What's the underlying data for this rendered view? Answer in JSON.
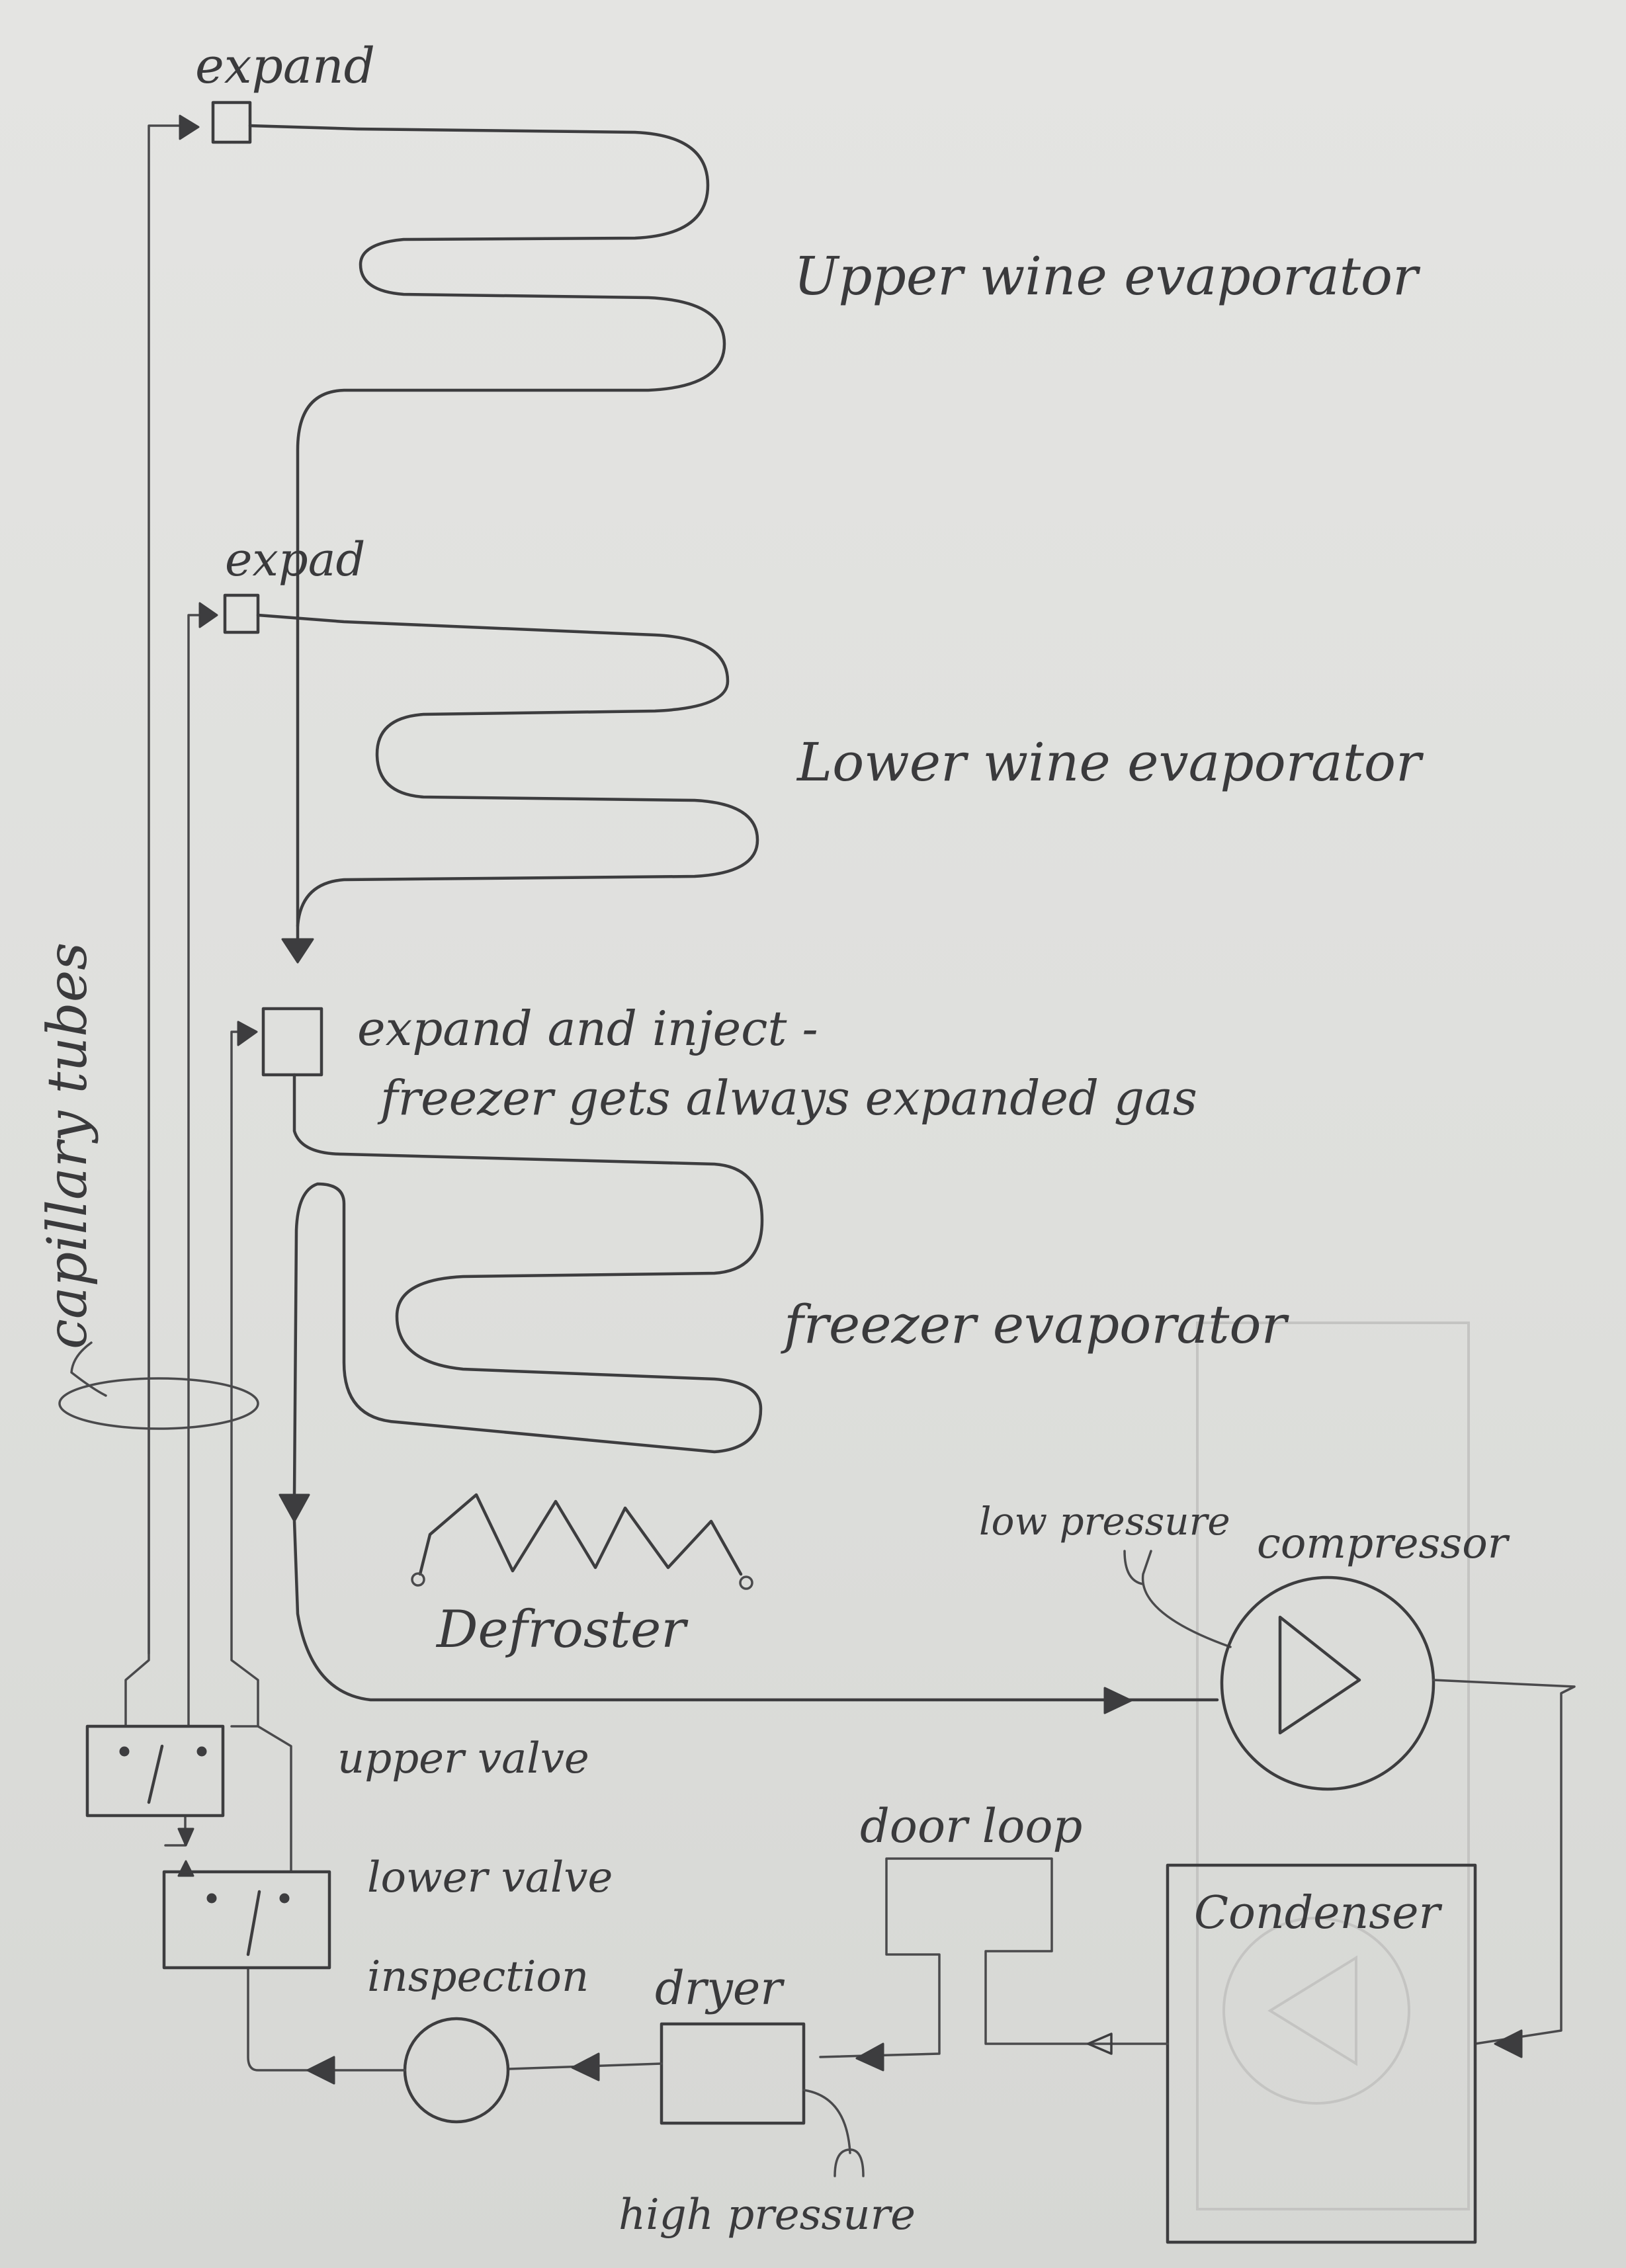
{
  "diagram": {
    "labels": {
      "expand_top": "expand",
      "expand_mid": "expad",
      "upper_evaporator": "Upper wine evaporator",
      "lower_evaporator": "Lower wine evaporator",
      "expand_inject_line1": "expand and inject -",
      "expand_inject_line2": "freezer gets always expanded gas",
      "freezer_evaporator": "freezer evaporator",
      "capillary_tubes": "capillary tubes",
      "low_pressure": "low pressure",
      "compressor": "compressor",
      "defroster": "Defroster",
      "upper_valve": "upper valve",
      "lower_valve": "lower valve",
      "door_loop": "door loop",
      "condenser": "Condenser",
      "inspection": "inspection",
      "dryer": "dryer",
      "high_pressure": "high pressure"
    }
  }
}
